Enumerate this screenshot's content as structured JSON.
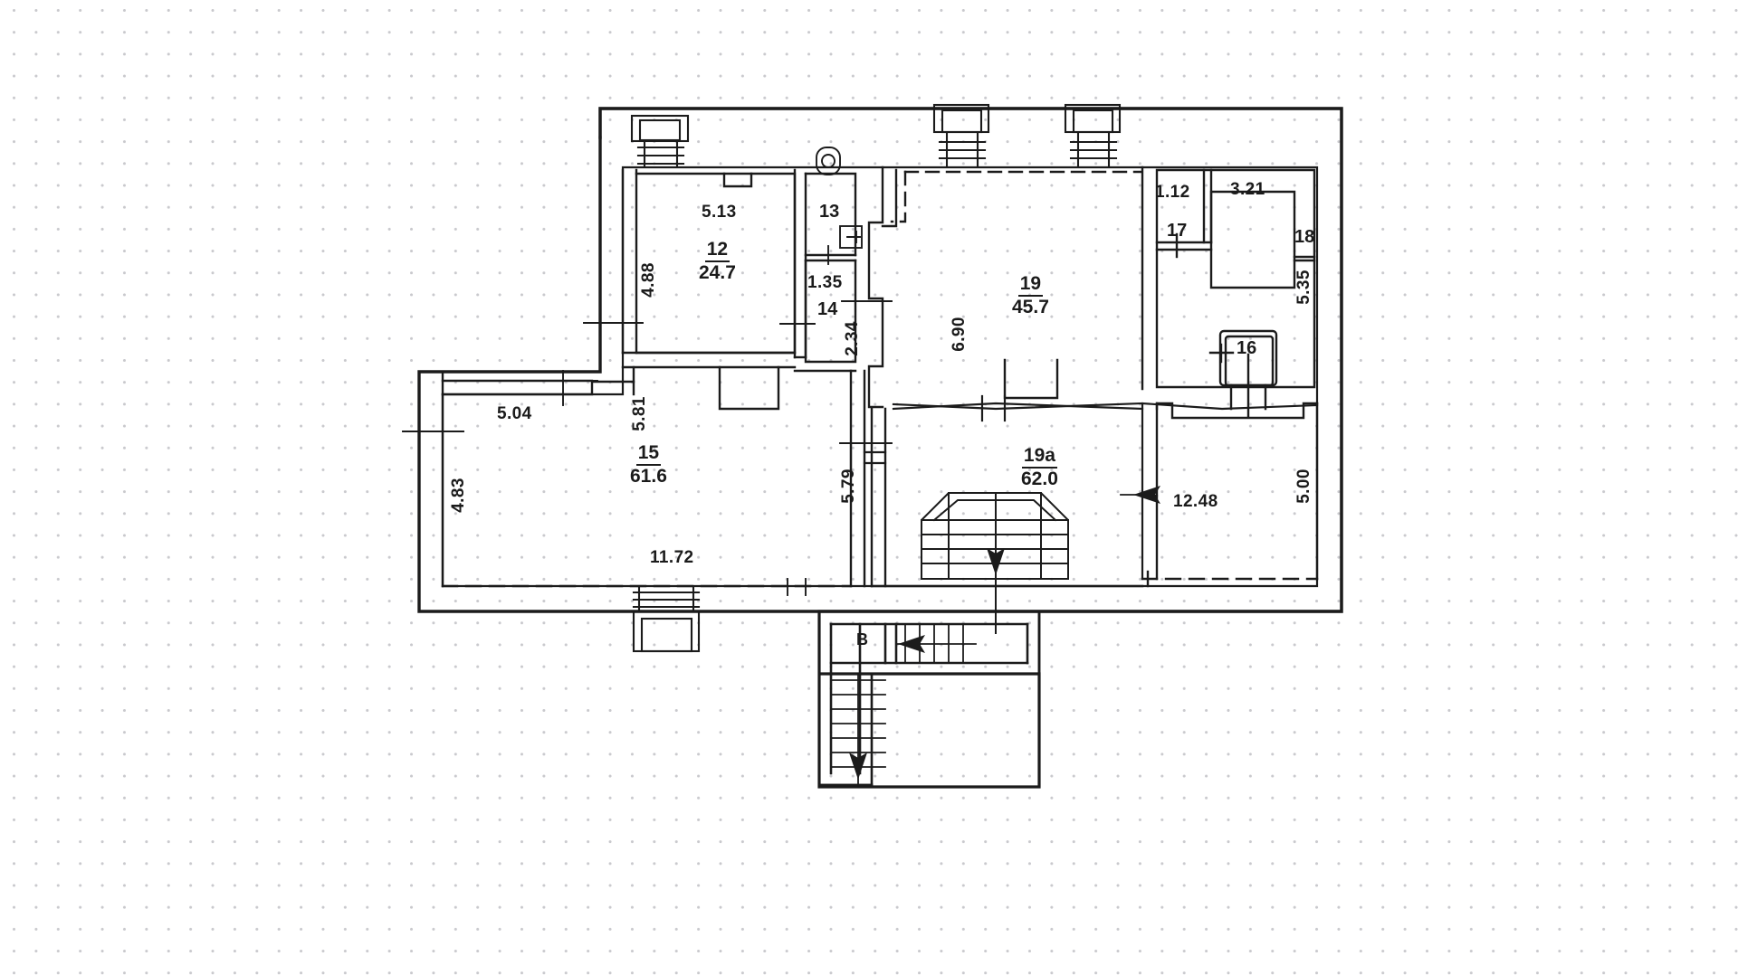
{
  "document": {
    "type": "architectural-floor-plan",
    "title": "Floor plan",
    "background": "dot-grid",
    "ink_color": "#1b1b1b",
    "paper_color": "#ffffff"
  },
  "rooms": [
    {
      "id": "12",
      "number": "12",
      "area": "24.7",
      "has_fraction": true
    },
    {
      "id": "13",
      "number": "13",
      "area": "",
      "has_fraction": false
    },
    {
      "id": "14",
      "number": "14",
      "area": "",
      "has_fraction": false
    },
    {
      "id": "15",
      "number": "15",
      "area": "61.6",
      "has_fraction": true
    },
    {
      "id": "16",
      "number": "16",
      "area": "",
      "has_fraction": false
    },
    {
      "id": "17",
      "number": "17",
      "area": "",
      "has_fraction": false
    },
    {
      "id": "18",
      "number": "18",
      "area": "",
      "has_fraction": false
    },
    {
      "id": "19",
      "number": "19",
      "area": "45.7",
      "has_fraction": true
    },
    {
      "id": "19a",
      "number": "19a",
      "area": "62.0",
      "has_fraction": true
    }
  ],
  "labels": {
    "room12_number": "12",
    "room12_area": "24.7",
    "room13_number": "13",
    "room14_number": "14",
    "room15_number": "15",
    "room15_area": "61.6",
    "room16_number": "16",
    "room17_number": "17",
    "room18_number": "18",
    "room19_number": "19",
    "room19_area": "45.7",
    "room19a_number": "19a",
    "room19a_area": "62.0",
    "stair_marker": "B"
  },
  "dimensions": {
    "d_5_13": "5.13",
    "d_4_88": "4.88",
    "d_1_35": "1.35",
    "d_2_34": "2.34",
    "d_6_90": "6.90",
    "d_1_12": "1.12",
    "d_3_21": "3.21",
    "d_5_35": "5.35",
    "d_5_04": "5.04",
    "d_5_81": "5.81",
    "d_4_83": "4.83",
    "d_11_72": "11.72",
    "d_5_79": "5.79",
    "d_12_48": "12.48",
    "d_5_00": "5.00"
  }
}
